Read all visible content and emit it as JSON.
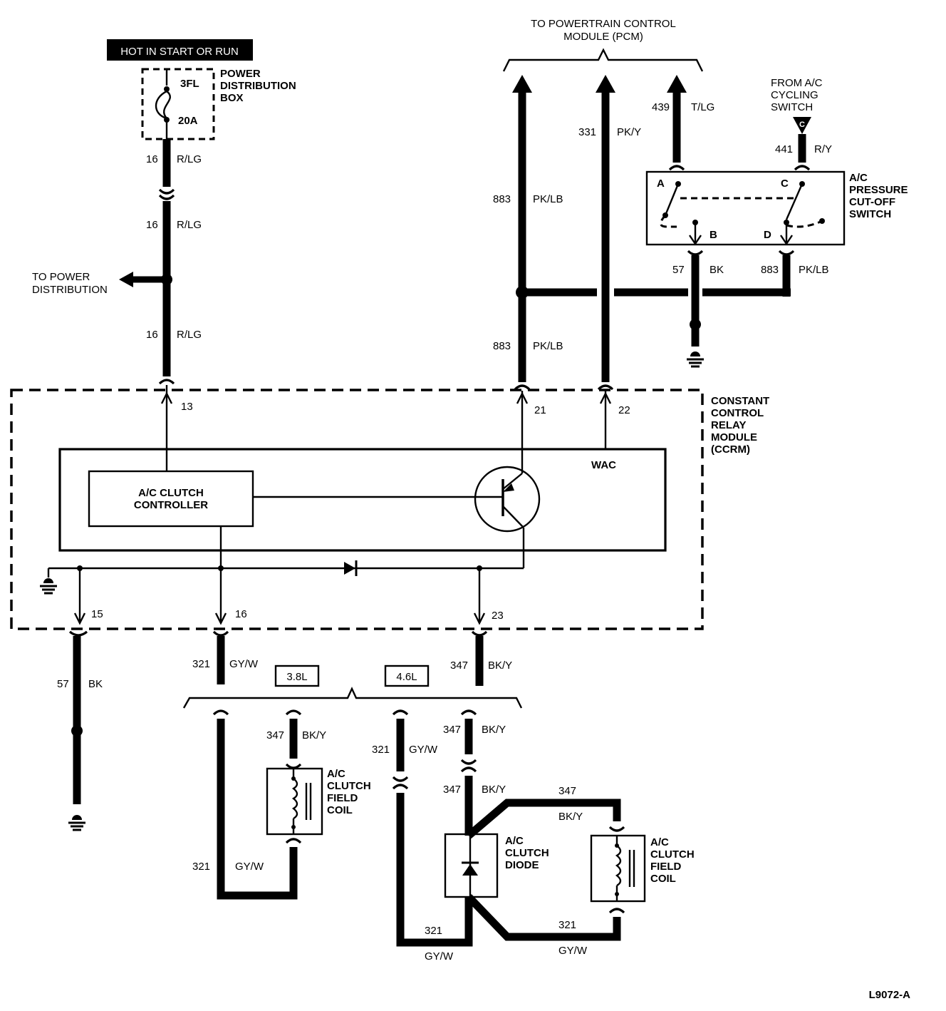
{
  "header": {
    "hot_label": "HOT IN START OR RUN"
  },
  "pcm": {
    "label_line1": "TO POWERTRAIN CONTROL",
    "label_line2": "MODULE (PCM)"
  },
  "pdb": {
    "line1": "POWER",
    "line2": "DISTRIBUTION",
    "line3": "BOX",
    "fuse_id": "3FL",
    "fuse_rating": "20A"
  },
  "to_power_dist": {
    "line1": "TO POWER",
    "line2": "DISTRIBUTION"
  },
  "from_ac_cycling": {
    "line1": "FROM A/C",
    "line2": "CYCLING",
    "line3": "SWITCH",
    "connector": "C"
  },
  "pressure_switch": {
    "line1": "A/C",
    "line2": "PRESSURE",
    "line3": "CUT-OFF",
    "line4": "SWITCH",
    "pin_a": "A",
    "pin_b": "B",
    "pin_c": "C",
    "pin_d": "D"
  },
  "ccrm": {
    "line1": "CONSTANT",
    "line2": "CONTROL",
    "line3": "RELAY",
    "line4": "MODULE",
    "line5": "(CCRM)",
    "wac": "WAC",
    "controller_line1": "A/C CLUTCH",
    "controller_line2": "CONTROLLER",
    "pin_13": "13",
    "pin_21": "21",
    "pin_22": "22",
    "pin_15": "15",
    "pin_16": "16",
    "pin_23": "23"
  },
  "engines": {
    "v1": "3.8L",
    "v2": "4.6L"
  },
  "coil": {
    "line1": "A/C",
    "line2": "CLUTCH",
    "line3": "FIELD",
    "line4": "COIL"
  },
  "diode": {
    "line1": "A/C",
    "line2": "CLUTCH",
    "line3": "DIODE"
  },
  "wires": {
    "w16": "16",
    "rlg": "R/LG",
    "w439": "439",
    "tlg": "T/LG",
    "w331": "331",
    "pky": "PK/Y",
    "w441": "441",
    "ry": "R/Y",
    "w883": "883",
    "pklb": "PK/LB",
    "w57": "57",
    "bk": "BK",
    "w321": "321",
    "gyw": "GY/W",
    "w347": "347",
    "bky": "BK/Y"
  },
  "figure_id": "L9072-A"
}
